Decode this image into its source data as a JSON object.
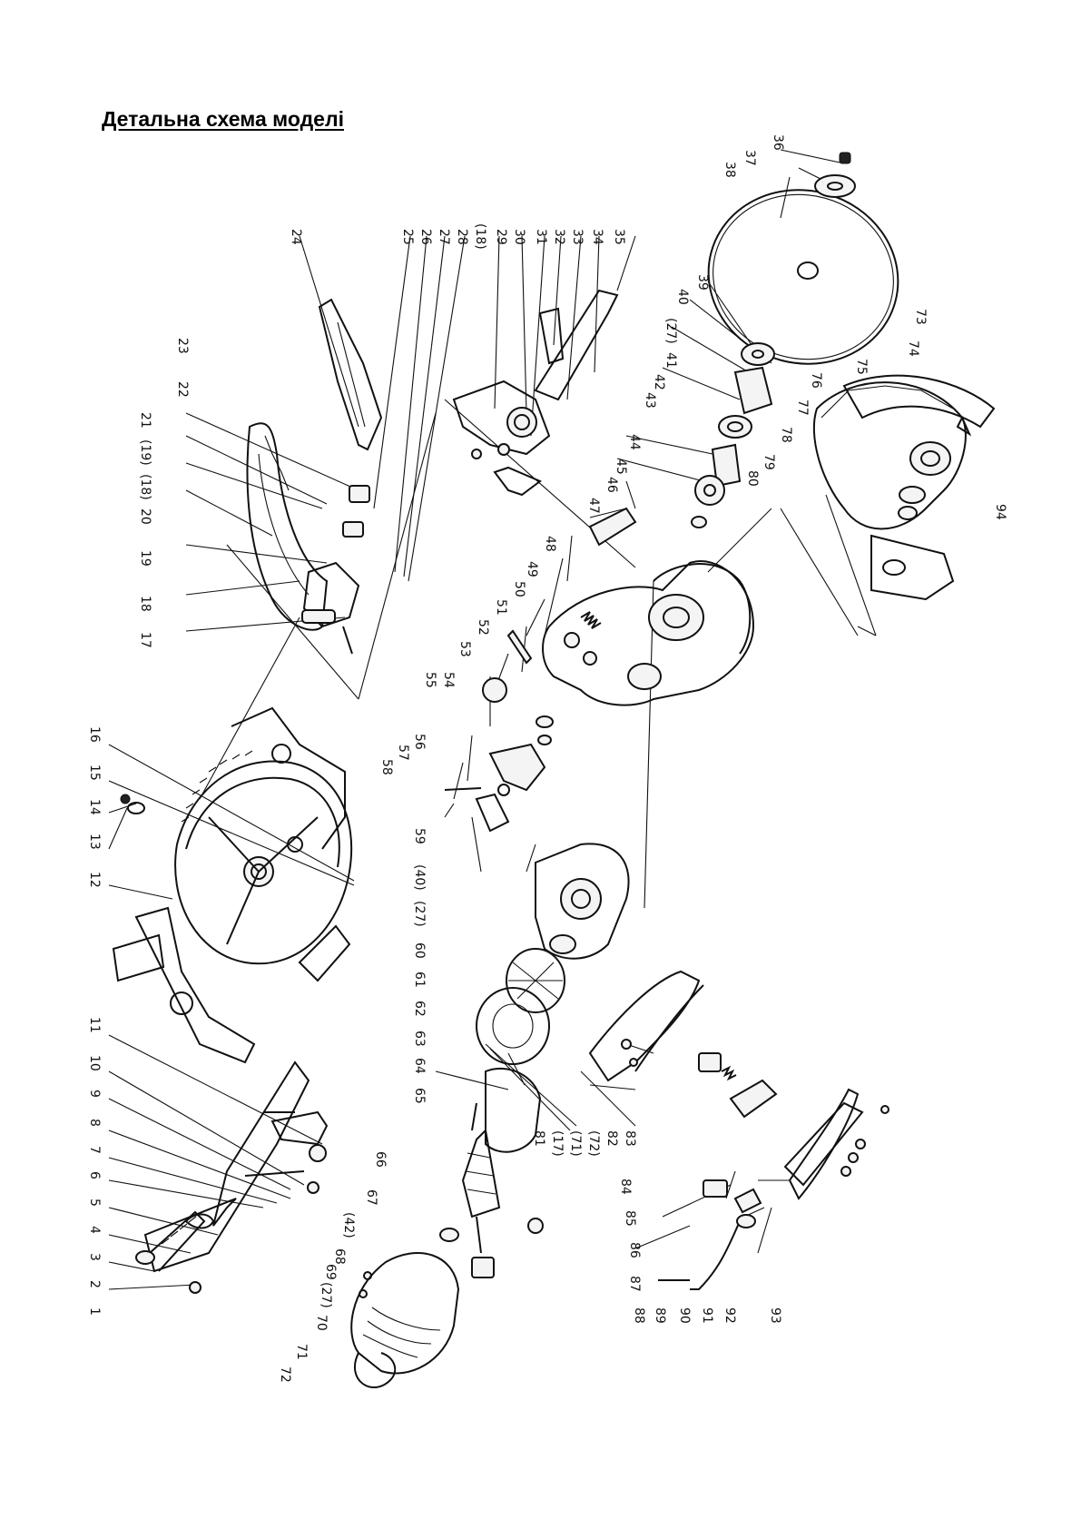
{
  "title": "Детальна схема моделі",
  "labels": {
    "n1": "1",
    "n2": "2",
    "n3": "3",
    "n4": "4",
    "n5": "5",
    "n6": "6",
    "n7": "7",
    "n8": "8",
    "n9": "9",
    "n10": "10",
    "n11": "11",
    "n12": "12",
    "n13": "13",
    "n14": "14",
    "n15": "15",
    "n16": "16",
    "n17": "17",
    "n18": "18",
    "n19": "19",
    "n20": "20",
    "n21": "21",
    "n22": "22",
    "n23": "23",
    "n24": "24",
    "n25": "25",
    "n26": "26",
    "n27": "27",
    "n28": "28",
    "n29": "29",
    "n30": "30",
    "n31": "31",
    "n32": "32",
    "n33": "33",
    "n34": "34",
    "n35": "35",
    "n36": "36",
    "n37": "37",
    "n38": "38",
    "n39": "39",
    "n40": "40",
    "n41": "41",
    "n42": "42",
    "n43": "43",
    "n44": "44",
    "n45": "45",
    "n46": "46",
    "n47": "47",
    "n48": "48",
    "n49": "49",
    "n50": "50",
    "n51": "51",
    "n52": "52",
    "n53": "53",
    "n54": "54",
    "n55": "55",
    "n56": "56",
    "n57": "57",
    "n58": "58",
    "n59": "59",
    "n60": "60",
    "n61": "61",
    "n62": "62",
    "n63": "63",
    "n64": "64",
    "n65": "65",
    "n66": "66",
    "n67": "67",
    "n68": "68",
    "n69": "69",
    "n70": "70",
    "n71": "71",
    "n72": "72",
    "n73": "73",
    "n74": "74",
    "n75": "75",
    "n76": "76",
    "n77": "77",
    "n78": "78",
    "n79": "79",
    "n80": "80",
    "n81": "81",
    "n82": "82",
    "n83": "83",
    "n84": "84",
    "n85": "85",
    "n86": "86",
    "n87": "87",
    "n88": "88",
    "n89": "89",
    "n90": "90",
    "n91": "91",
    "n92": "92",
    "n93": "93",
    "n94": "94",
    "b18": "(18)",
    "b19": "(19)",
    "b27a": "(27)",
    "b40": "(40)",
    "b42": "(42)",
    "b27b": "(27)",
    "b27c": "(27)",
    "b17": "(17)",
    "b71": "(71)",
    "b72": "(72)"
  }
}
